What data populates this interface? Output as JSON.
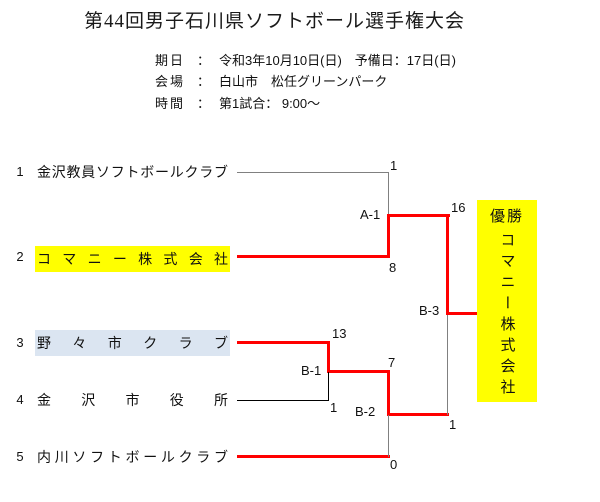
{
  "title": "第44回男子石川県ソフトボール選手権大会",
  "info": {
    "rows": [
      {
        "label": "期日",
        "colon": "：",
        "value": "令和3年10月10日(日)　予備日：17日(日)"
      },
      {
        "label": "会場",
        "colon": "：",
        "value": "白山市　松任グリーンパーク"
      },
      {
        "label": "時間",
        "colon": "：",
        "value": "第1試合： 9:00～"
      }
    ]
  },
  "bracket": {
    "teams": [
      {
        "seed": "1",
        "name": "金沢教員ソフトボールクラブ",
        "highlight": null
      },
      {
        "seed": "2",
        "name": "コマニー株式会社",
        "highlight": "#ffff00"
      },
      {
        "seed": "3",
        "name": "野々市クラブ",
        "highlight": "#dbe5f1"
      },
      {
        "seed": "4",
        "name": "金沢市役所",
        "highlight": null
      },
      {
        "seed": "5",
        "name": "内川ソフトボールクラブ",
        "highlight": null
      }
    ],
    "matches": [
      {
        "id": "A-1",
        "top_team": "金沢教員ソフトボールクラブ",
        "top_score": "1",
        "bottom_team": "コマニー株式会社",
        "bottom_score": "8",
        "winner": "コマニー株式会社"
      },
      {
        "id": "B-1",
        "top_team": "野々市クラブ",
        "top_score": "13",
        "bottom_team": "金沢市役所",
        "bottom_score": "1",
        "winner": "野々市クラブ"
      },
      {
        "id": "B-2",
        "top_team": "野々市クラブ",
        "top_score": "7",
        "bottom_team": "内川ソフトボールクラブ",
        "bottom_score": "0",
        "winner": "野々市クラブ"
      },
      {
        "id": "B-3",
        "top_team": "コマニー株式会社",
        "top_score": "16",
        "bottom_team": "野々市クラブ",
        "bottom_score": "1",
        "winner": "コマニー株式会社"
      }
    ]
  },
  "winner_box": {
    "title": "優勝",
    "name": "コマニー株式会社"
  },
  "colors": {
    "winner_path": "#ff0000",
    "line_gray": "#808080",
    "line_black": "#000000",
    "highlight_yellow": "#ffff00",
    "highlight_blue": "#dbe5f1"
  }
}
